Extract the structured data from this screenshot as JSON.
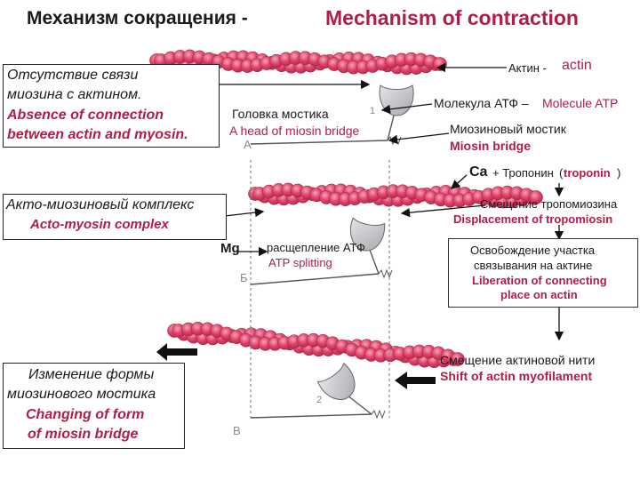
{
  "title": {
    "ru": "Механизм сокращения -",
    "en": "Mechanism of contraction"
  },
  "labels": {
    "absence_ru_1": "Отсутствие связи",
    "absence_ru_2": "миозина с актином.",
    "absence_en_1": "Absence of connection",
    "absence_en_2": "between actin and myosin.",
    "actin_ru": "Актин -",
    "actin_en": "actin",
    "head_ru": "Головка мостика",
    "head_en": "A head of miosin bridge",
    "atp_ru": "Молекула АТФ –",
    "atp_en": "Molecule ATP",
    "bridge_ru": "Миозиновый мостик",
    "bridge_en": "Miosin bridge",
    "ca": "Ca",
    "troponin_ru": "+ Тропонин",
    "troponin_en": "troponin",
    "acto_ru": "Акто-миозиновый комплекс",
    "acto_en": "Acto-myosin complex",
    "tropo_ru": "Смещение тропомиозина",
    "tropo_en": "Displacement of tropomiosin",
    "mg": "Mg",
    "split_ru": "расщепление АТФ",
    "split_en": "ATP splitting",
    "lib_ru_1": "Освобождение участка",
    "lib_ru_2": "связывания на актине",
    "lib_en_1": "Liberation of connecting",
    "lib_en_2": "place on actin",
    "shift_ru": "Смещение актиновой нити",
    "shift_en": "Shift of actin myofilament",
    "change_ru_1": "Изменение формы",
    "change_ru_2": "миозинового мостика",
    "change_en_1": "Changing of form",
    "change_en_2": "of miosin bridge",
    "letter_a": "А",
    "letter_b": "Б",
    "letter_v": "В",
    "num_1": "1",
    "num_2": "2"
  },
  "colors": {
    "accent": "#b01d46",
    "actin_bead": "#e0456b",
    "myosin_head": "#c8c8cc",
    "text": "#1a1a1a"
  }
}
